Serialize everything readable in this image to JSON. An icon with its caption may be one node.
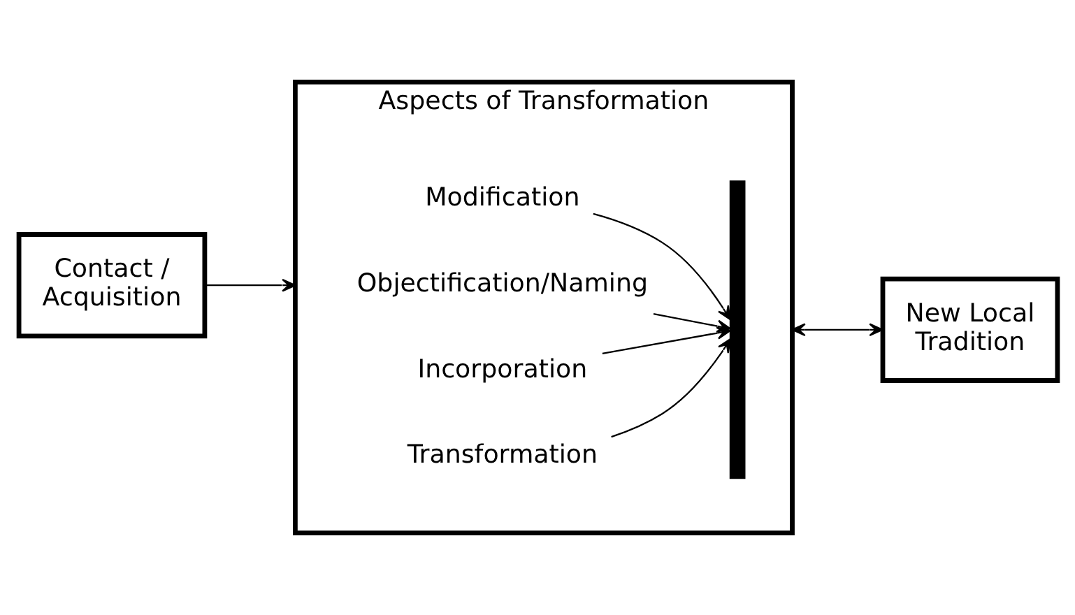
{
  "diagram": {
    "nodes": [
      {
        "text": [
          "Contact / Acquisition"
        ]
      },
      {
        "text": [
          "Aspects of Transformation"
        ]
      },
      {
        "text": [
          "Modification"
        ],
        "in": 1
      },
      {
        "text": [
          "Objectification/Naming"
        ],
        "in": 1
      },
      {
        "text": [
          "Incorporation"
        ],
        "in": 1
      },
      {
        "text": [
          "Transformation"
        ],
        "in": 1
      },
      {
        "text": [],
        "shape": "brace",
        "in": 1
      },
      {
        "text": [
          "New Local Tradition"
        ]
      }
    ],
    "edges": [
      {
        "from": 0,
        "to": 1,
        "arrow": "to"
      },
      {
        "from": 2,
        "to": 6,
        "arrow": "to"
      },
      {
        "from": 3,
        "to": 6,
        "arrow": "to"
      },
      {
        "from": 4,
        "to": 6,
        "arrow": "to"
      },
      {
        "from": 5,
        "to": 6,
        "arrow": "to"
      },
      {
        "from": 1,
        "to": 7,
        "arrow": "both"
      }
    ]
  }
}
